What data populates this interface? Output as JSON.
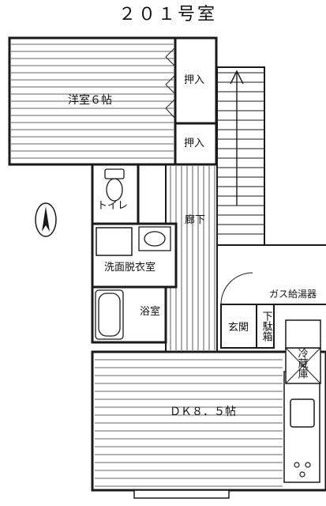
{
  "plan": {
    "title": "２０１号室",
    "rooms": {
      "western": "洋室６帖",
      "closet_top": "押入",
      "closet_bottom": "押入",
      "toilet": "トイレ",
      "hallway": "廊下",
      "washroom": "洗面脱衣室",
      "bath": "浴室",
      "entrance": "玄関",
      "shoe_box": "下駄箱",
      "fridge": "冷蔵庫",
      "water_heater": "ガス給湯器",
      "dk": "ＤＫ８．５帖"
    },
    "icons": [
      "compass-north-icon",
      "toilet-icon",
      "sink-icon",
      "bathtub-icon",
      "stove-icon",
      "stairs-arrow-icon"
    ],
    "colors": {
      "line": "#1a1a1a",
      "background": "#ffffff"
    }
  }
}
